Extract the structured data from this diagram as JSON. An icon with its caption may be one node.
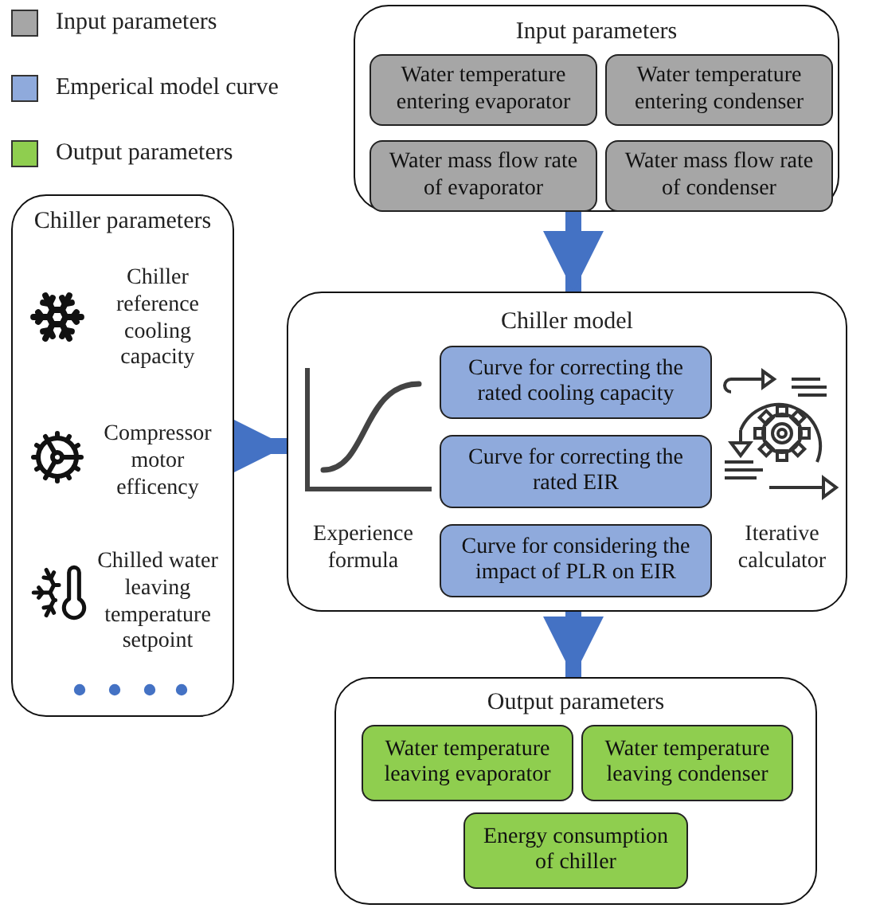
{
  "diagram": {
    "nodes": [
      {
        "text": [
          "Input parameters"
        ]
      },
      {
        "text": [
          "Water temperature entering evaporator"
        ],
        "in": 0
      },
      {
        "text": [
          "Water temperature entering condenser"
        ],
        "in": 0
      },
      {
        "text": [
          "Water mass flow rate of evaporator"
        ],
        "in": 0
      },
      {
        "text": [
          "Water mass flow rate of condenser"
        ],
        "in": 0
      },
      {
        "text": [
          "Chiller parameters"
        ]
      },
      {
        "text": [
          "Chiller model"
        ]
      },
      {
        "text": [
          "Curve for correcting the rated cooling capacity"
        ],
        "in": 6
      },
      {
        "text": [
          "Curve for correcting the rated EIR"
        ],
        "in": 6
      },
      {
        "text": [
          "Curve for considering the impact of PLR on EIR"
        ],
        "in": 6
      },
      {
        "text": [
          "Output parameters"
        ]
      },
      {
        "text": [
          "Water temperature leaving evaporator"
        ],
        "in": 10
      },
      {
        "text": [
          "Water temperature leaving condenser"
        ],
        "in": 10
      },
      {
        "text": [
          "Energy consumption of chiller"
        ],
        "in": 10
      }
    ],
    "edges": [
      {
        "from": 0,
        "to": 6,
        "arrow": "to"
      },
      {
        "from": 5,
        "to": 6,
        "arrow": "to"
      },
      {
        "from": 6,
        "to": 10,
        "arrow": "to"
      }
    ],
    "labels": [
      "Chiller reference cooling capacity",
      "Compressor motor efficency",
      "Chilled water leaving temperature setpoint",
      "Experience formula",
      "Iterative calculator"
    ],
    "legend": [
      {
        "text": "Input parameters",
        "color": "#a6a6a6"
      },
      {
        "text": "Emperical model curve",
        "color": "#8faadc"
      },
      {
        "text": "Output parameters",
        "color": "#8fce4f"
      }
    ]
  }
}
